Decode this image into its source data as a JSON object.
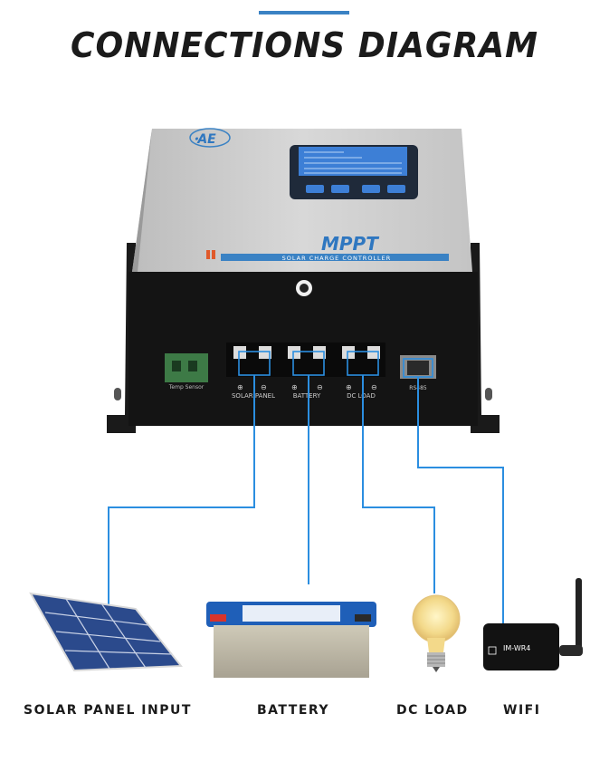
{
  "title": "CONNECTIONS DIAGRAM",
  "controller": {
    "brand_logo": "ꞏAE",
    "product_name": "MPPT",
    "product_subtitle": "SOLAR CHARGE CONTROLLER",
    "ports": {
      "temp_sensor": "Temp Sensor",
      "solar_panel": "SOLAR PANEL",
      "battery": "BATTERY",
      "dc_load": "DC LOAD",
      "rs485": "RS485"
    }
  },
  "wifi_device_label": "IM-WR4",
  "destinations": {
    "solar": "SOLAR PANEL INPUT",
    "battery": "BATTERY",
    "load": "DC LOAD",
    "wifi": "WIFI"
  },
  "colors": {
    "wire": "#2b8ee0",
    "accent": "#3a82c4"
  }
}
